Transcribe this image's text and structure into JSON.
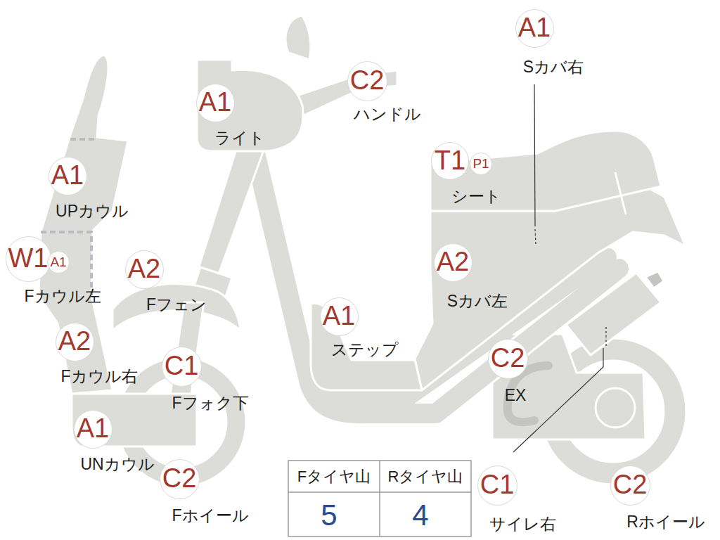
{
  "diagram": {
    "nodes": [
      {
        "text": [
          "A1",
          "Sカバ右"
        ]
      },
      {
        "text": [
          "A1",
          "ライト"
        ]
      },
      {
        "text": [
          "C2",
          "ハンドル"
        ]
      },
      {
        "text": [
          "A1",
          "UPカウル"
        ]
      },
      {
        "text": [
          "T1",
          "シート"
        ]
      },
      {
        "text": [
          "P1"
        ]
      },
      {
        "text": [
          "W1",
          "Fカウル左"
        ]
      },
      {
        "text": [
          "A1"
        ]
      },
      {
        "text": [
          "A2",
          "Fフェン"
        ]
      },
      {
        "text": [
          "A2",
          "Sカバ左"
        ]
      },
      {
        "text": [
          "A1",
          "ステップ"
        ]
      },
      {
        "text": [
          "A2",
          "Fカウル右"
        ]
      },
      {
        "text": [
          "C1",
          "Fフォク下"
        ]
      },
      {
        "text": [
          "C2",
          "EX"
        ]
      },
      {
        "text": [
          "A1",
          "UNカウル"
        ]
      },
      {
        "text": [
          "C2",
          "Fホイール"
        ]
      },
      {
        "text": [
          "C1",
          "サイレ右"
        ]
      },
      {
        "text": [
          "C2",
          "Rホイール"
        ]
      }
    ],
    "labels": [
      "Fタイヤ山",
      "Rタイヤ山",
      "5",
      "4"
    ]
  }
}
